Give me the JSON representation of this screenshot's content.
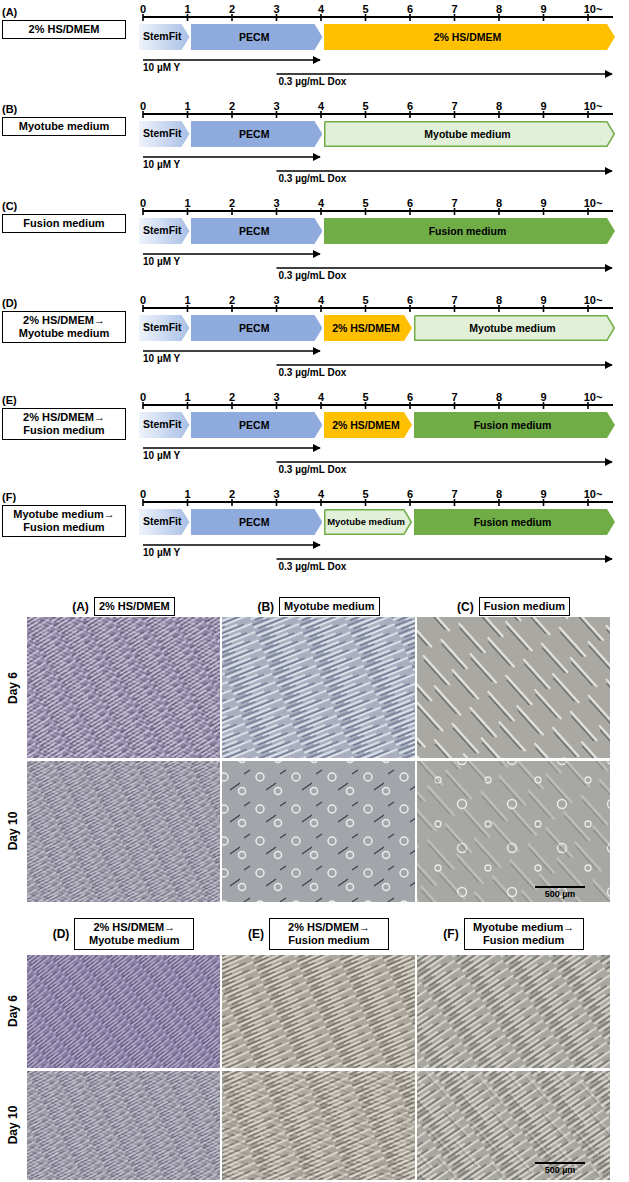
{
  "diagram": {
    "nodes": [
      {
        "text": [
          "(A)",
          "2% HS/DMEM"
        ]
      },
      {
        "text": [
          "StemFit"
        ]
      },
      {
        "text": [
          "PECM"
        ]
      },
      {
        "text": [
          "2% HS/DMEM"
        ]
      },
      {
        "text": [
          "(B)",
          "Myotube medium"
        ]
      },
      {
        "text": [
          "StemFit"
        ]
      },
      {
        "text": [
          "PECM"
        ]
      },
      {
        "text": [
          "Myotube medium"
        ]
      },
      {
        "text": [
          "(C)",
          "Fusion medium"
        ]
      },
      {
        "text": [
          "StemFit"
        ]
      },
      {
        "text": [
          "PECM"
        ]
      },
      {
        "text": [
          "Fusion medium"
        ]
      },
      {
        "text": [
          "(D)",
          "2% HS/DMEM→ Myotube medium"
        ]
      },
      {
        "text": [
          "StemFit"
        ]
      },
      {
        "text": [
          "PECM"
        ]
      },
      {
        "text": [
          "2% HS/DMEM"
        ]
      },
      {
        "text": [
          "Myotube medium"
        ]
      },
      {
        "text": [
          "(E)",
          "2% HS/DMEM→ Fusion medium"
        ]
      },
      {
        "text": [
          "StemFit"
        ]
      },
      {
        "text": [
          "PECM"
        ]
      },
      {
        "text": [
          "2% HS/DMEM"
        ]
      },
      {
        "text": [
          "Fusion medium"
        ]
      },
      {
        "text": [
          "(F)",
          "Myotube medium→ Fusion medium"
        ]
      },
      {
        "text": [
          "StemFit"
        ]
      },
      {
        "text": [
          "PECM"
        ]
      },
      {
        "text": [
          "Myotube medium"
        ]
      },
      {
        "text": [
          "Fusion medium"
        ]
      },
      {
        "text": [
          "(A)",
          "2% HS/DMEM"
        ]
      },
      {
        "text": [
          "(B)",
          "Myotube medium"
        ]
      },
      {
        "text": [
          "(C)",
          "Fusion medium"
        ]
      },
      {
        "text": [
          "(D)",
          "2% HS/DMEM→ Myotube medium"
        ]
      },
      {
        "text": [
          "(E)",
          "2% HS/DMEM→ Fusion medium"
        ]
      },
      {
        "text": [
          "(F)",
          "Myotube medium→ Fusion medium"
        ]
      }
    ],
    "labels": [
      "0",
      "1",
      "2",
      "3",
      "4",
      "5",
      "6",
      "7",
      "8",
      "9",
      "10~",
      "10 µM Y",
      "0.3 µg/mL Dox",
      "0",
      "1",
      "2",
      "3",
      "4",
      "5",
      "6",
      "7",
      "8",
      "9",
      "10~",
      "10 µM Y",
      "0.3 µg/mL Dox",
      "0",
      "1",
      "2",
      "3",
      "4",
      "5",
      "6",
      "7",
      "8",
      "9",
      "10~",
      "10 µM Y",
      "0.3 µg/mL Dox",
      "0",
      "1",
      "2",
      "3",
      "4",
      "5",
      "6",
      "7",
      "8",
      "9",
      "10~",
      "10 µM Y",
      "0.3 µg/mL Dox",
      "0",
      "1",
      "2",
      "3",
      "4",
      "5",
      "6",
      "7",
      "8",
      "9",
      "10~",
      "10 µM Y",
      "0.3 µg/mL Dox",
      "0",
      "1",
      "2",
      "3",
      "4",
      "5",
      "6",
      "7",
      "8",
      "9",
      "10~",
      "10 µM Y",
      "0.3 µg/mL Dox",
      "Day 6",
      "Day 10",
      "500 µm",
      "Day 6",
      "Day 10",
      "500 µm"
    ]
  }
}
